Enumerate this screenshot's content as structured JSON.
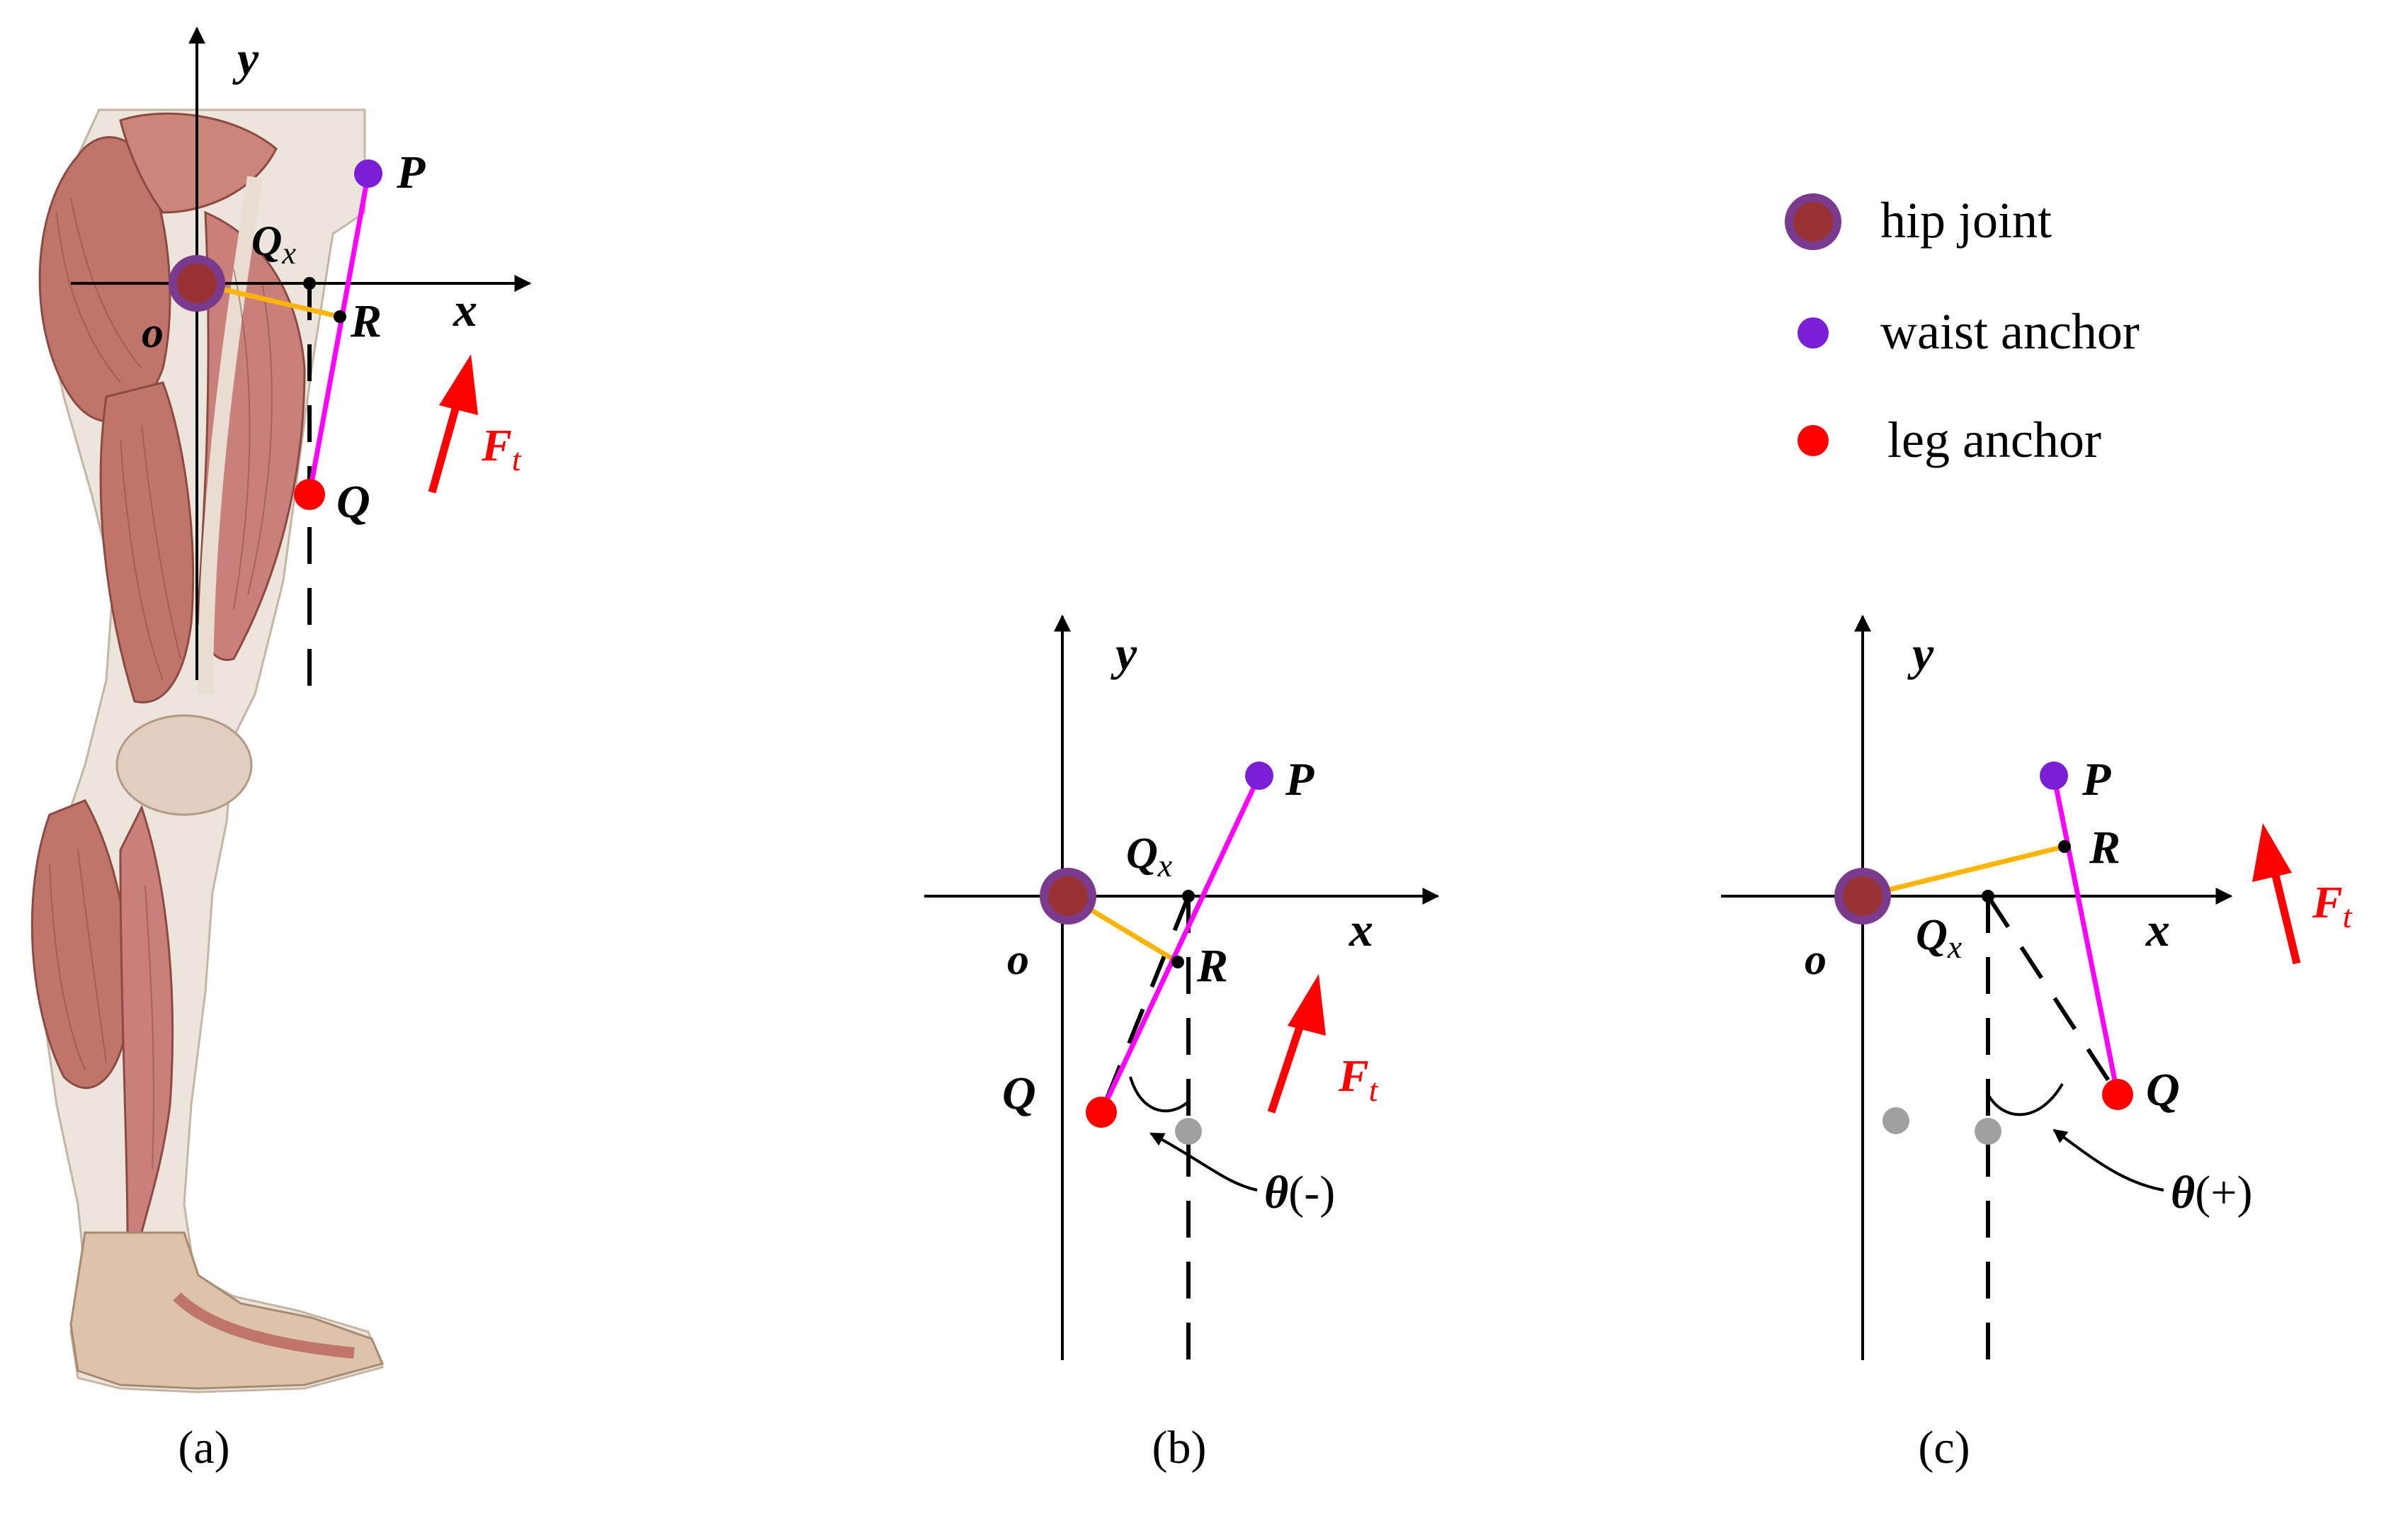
{
  "legend": [
    {
      "label": "hip joint",
      "color": "#993333",
      "ring": "#7a3b8f",
      "icon": "hip-joint-marker"
    },
    {
      "label": "waist anchor",
      "color": "#7a1fd6",
      "icon": "waist-anchor-marker"
    },
    {
      "label": "leg anchor",
      "color": "#ff0000",
      "icon": "leg-anchor-marker"
    }
  ],
  "panels": [
    {
      "caption": "(a)",
      "axis_x": "x",
      "axis_y": "y",
      "origin": "o",
      "P": "P",
      "Q": "Q",
      "R": "R",
      "Qx_main": "Q",
      "Qx_sub": "x",
      "force_main": "F",
      "force_sub": "t"
    },
    {
      "caption": "(b)",
      "axis_x": "x",
      "axis_y": "y",
      "origin": "o",
      "P": "P",
      "Q": "Q",
      "R": "R",
      "Qx_main": "Q",
      "Qx_sub": "x",
      "force_main": "F",
      "force_sub": "t",
      "theta_symbol": "θ",
      "theta_sign": "(-)"
    },
    {
      "caption": "(c)",
      "axis_x": "x",
      "axis_y": "y",
      "origin": "o",
      "P": "P",
      "Q": "Q",
      "R": "R",
      "Qx_main": "Q",
      "Qx_sub": "x",
      "force_main": "F",
      "force_sub": "t",
      "theta_symbol": "θ",
      "theta_sign": "(+)"
    }
  ],
  "colors": {
    "link_PQ": "#ff00ff",
    "link_OR": "#ffb400",
    "force_arrow": "#ff0000",
    "axes": "#000000",
    "ghost_point": "#a0a0a0",
    "muscle": "#c0756b",
    "tendon": "#e6e0d8"
  }
}
